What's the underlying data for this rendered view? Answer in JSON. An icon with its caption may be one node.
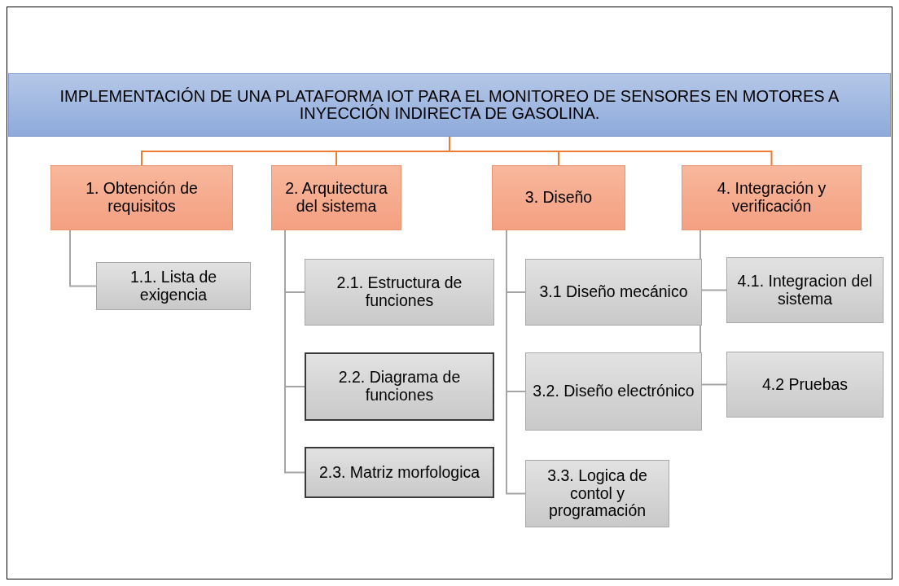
{
  "diagram": {
    "nodes": [
      {
        "text": [
          "IMPLEMENTACIÓN DE UNA PLATAFORMA IOT PARA EL MONITOREO DE SENSORES EN MOTORES A INYECCIÓN INDIRECTA DE GASOLINA."
        ]
      },
      {
        "text": [
          "1. Obtención de requisitos"
        ]
      },
      {
        "text": [
          "2. Arquitectura del sistema"
        ]
      },
      {
        "text": [
          "3. Diseño"
        ]
      },
      {
        "text": [
          "4. Integración y verificación"
        ]
      },
      {
        "text": [
          "1.1. Lista de exigencia"
        ]
      },
      {
        "text": [
          "2.1. Estructura de funciones"
        ]
      },
      {
        "text": [
          "2.2. Diagrama de funciones"
        ]
      },
      {
        "text": [
          "2.3. Matriz morfologica"
        ]
      },
      {
        "text": [
          "3.1 Diseño mecánico"
        ]
      },
      {
        "text": [
          "3.2. Diseño electrónico"
        ]
      },
      {
        "text": [
          "3.3. Logica de contol y programación"
        ]
      },
      {
        "text": [
          "4.1. Integracion del sistema"
        ]
      },
      {
        "text": [
          "4.2 Pruebas"
        ]
      }
    ],
    "edges": [
      {
        "from": 0,
        "to": 1,
        "arrow": "none",
        "color": "#ed7d31"
      },
      {
        "from": 0,
        "to": 2,
        "arrow": "none",
        "color": "#ed7d31"
      },
      {
        "from": 0,
        "to": 3,
        "arrow": "none",
        "color": "#ed7d31"
      },
      {
        "from": 0,
        "to": 4,
        "arrow": "none",
        "color": "#ed7d31"
      },
      {
        "from": 1,
        "to": 5,
        "arrow": "none"
      },
      {
        "from": 2,
        "to": 6,
        "arrow": "none"
      },
      {
        "from": 2,
        "to": 7,
        "arrow": "none"
      },
      {
        "from": 2,
        "to": 8,
        "arrow": "none"
      },
      {
        "from": 3,
        "to": 9,
        "arrow": "none"
      },
      {
        "from": 3,
        "to": 10,
        "arrow": "none"
      },
      {
        "from": 3,
        "to": 11,
        "arrow": "none"
      },
      {
        "from": 4,
        "to": 12,
        "arrow": "none"
      },
      {
        "from": 4,
        "to": 13,
        "arrow": "none"
      }
    ]
  }
}
